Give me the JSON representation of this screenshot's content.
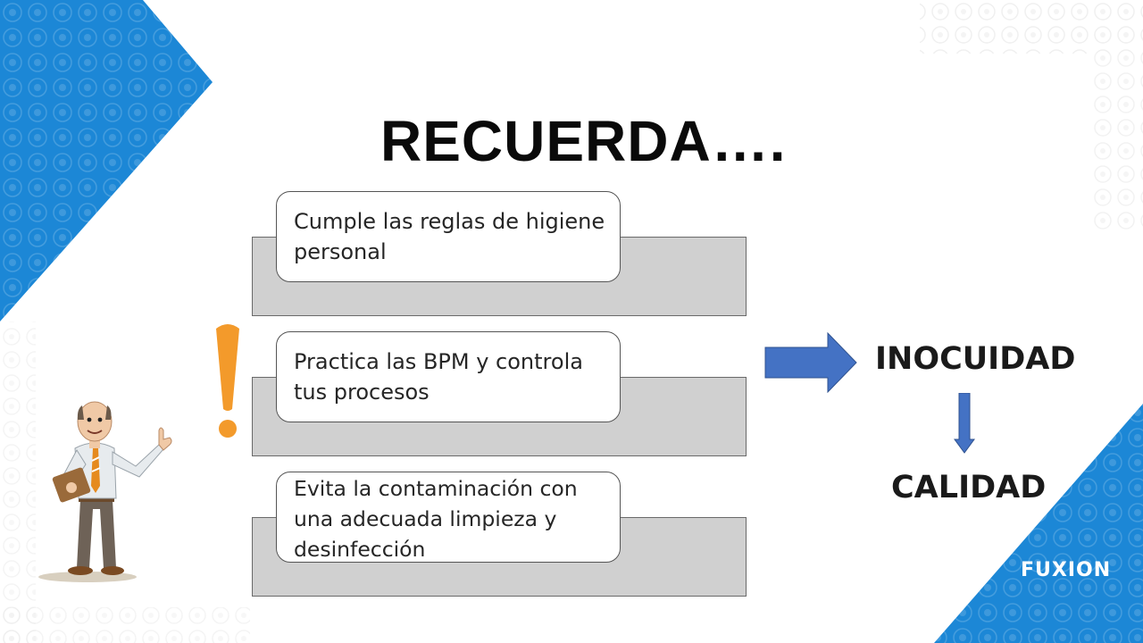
{
  "slide": {
    "title": "RECUERDA….",
    "items": [
      {
        "text": "Cumple las reglas de higiene personal"
      },
      {
        "text": "Practica las BPM y controla tus procesos"
      },
      {
        "text": "Evita la contaminación con una adecuada limpieza y desinfección"
      }
    ],
    "result_primary": "INOCUIDAD",
    "result_secondary": "CALIDAD",
    "brand": "FUXION"
  },
  "colors": {
    "accent_blue": "#1C87D6",
    "arrow_blue": "#4472C4",
    "exclamation_orange": "#F39A2B",
    "bar_gray": "#D0D0D0"
  },
  "icons": {
    "exclamation": "exclamation-icon",
    "right_arrow": "arrow-right-icon",
    "down_arrow": "arrow-down-icon",
    "character": "businessman-pointing-illustration"
  }
}
